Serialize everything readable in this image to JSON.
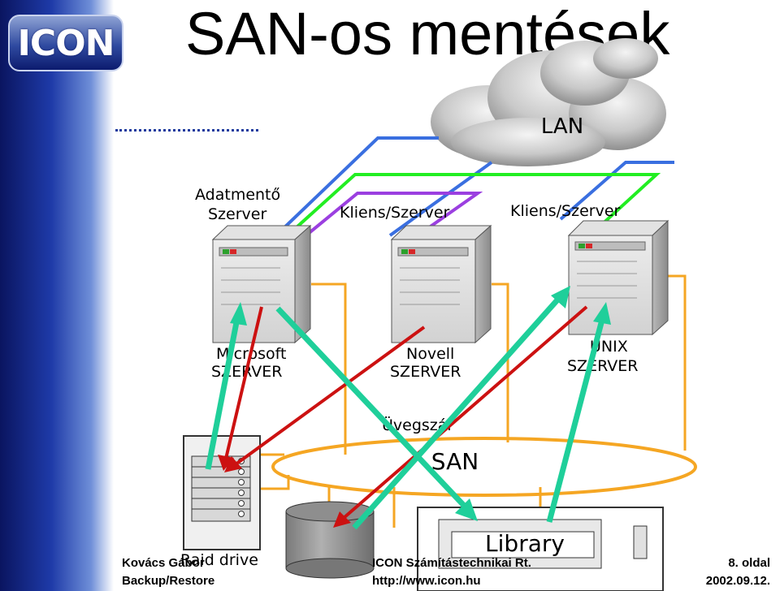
{
  "slide": {
    "title": "SAN-os mentések",
    "logo_text": "ICON"
  },
  "diagram": {
    "cloud_label": "LAN",
    "nodes": {
      "backup_server_label_line1": "Adatmentő",
      "backup_server_label_line2": "Szerver",
      "client_server_1_label": "Kliens/Szerver",
      "client_server_2_label": "Kliens/Szerver",
      "microsoft_label_line1": "Microsoft",
      "microsoft_label_line2": "SZERVER",
      "novell_label_line1": "Novell",
      "novell_label_line2": "SZERVER",
      "unix_label_line1": "UNIX",
      "unix_label_line2": "SZERVER",
      "fiber_label": "Üvegszál",
      "san_label": "SAN",
      "raid_label": "Raid drive",
      "library_label": "Library"
    },
    "colors": {
      "lan_link": "#3a6fe0",
      "san_link": "#f5a623",
      "backup_link": "#22ee22",
      "client_link": "#9b3fe0",
      "data_flow": "#cc1111",
      "backup_flow": "#1fcf9a"
    }
  },
  "footer": {
    "left_line1": "Kovács Gábor",
    "left_line2": "Backup/Restore",
    "mid_line1": "ICON Számítástechnikai Rt.",
    "mid_line2": "http://www.icon.hu",
    "right_line1": "8. oldal",
    "right_line2": "2002.09.12."
  }
}
